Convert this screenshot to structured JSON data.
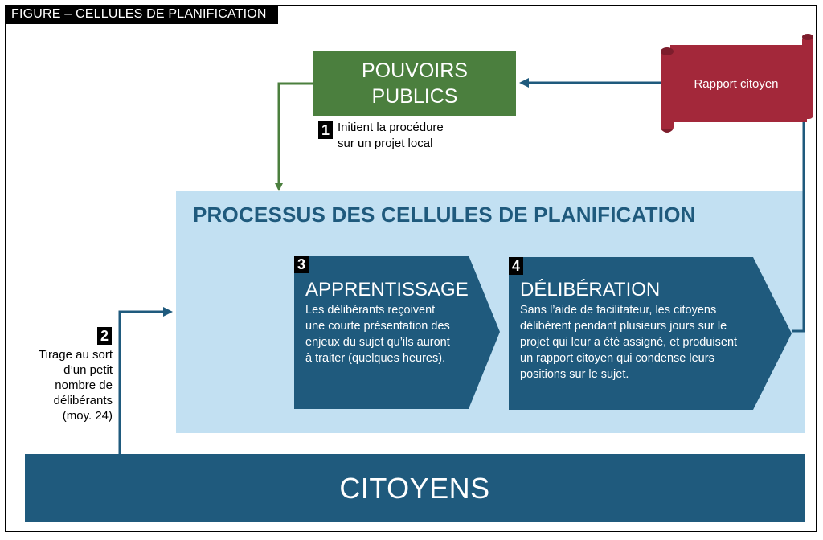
{
  "figure_title": "FIGURE –  CELLULES DE PLANIFICATION",
  "pouvoirs_publics": {
    "line1": "POUVOIRS",
    "line2": "PUBLICS"
  },
  "rapport": {
    "label": "Rapport citoyen"
  },
  "step1": {
    "number": "1",
    "line1": "Initient la procédure",
    "line2": "sur un projet local"
  },
  "process": {
    "title": "PROCESSUS DES CELLULES DE PLANIFICATION"
  },
  "step2": {
    "number": "2",
    "lines": [
      "Tirage au sort",
      "d’un petit",
      "nombre de",
      "délibérants",
      "(moy. 24)"
    ]
  },
  "step3": {
    "number": "3",
    "title": "APPRENTISSAGE",
    "lines": [
      "Les délibérants reçoivent",
      "une courte présentation des",
      "enjeux du sujet qu’ils auront",
      "à traiter (quelques heures)."
    ]
  },
  "step4": {
    "number": "4",
    "title": "DÉLIBÉRATION",
    "lines": [
      "Sans l’aide de facilitateur, les citoyens",
      "délibèrent pendant plusieurs jours sur le",
      "projet qui leur a été assigné, et produisent",
      "un rapport citoyen qui condense leurs",
      "positions sur le sujet."
    ]
  },
  "citoyens": {
    "label": "CITOYENS"
  },
  "colors": {
    "green": "#4b7f3e",
    "dark_blue": "#1f5a7d",
    "light_blue": "#c2e0f2",
    "red": "#a3283a",
    "red_dark": "#7d1d2c"
  }
}
